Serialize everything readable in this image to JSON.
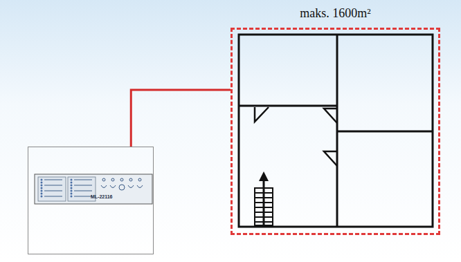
{
  "diagram": {
    "nodes": [
      {
        "text": [
          "ML-22116"
        ]
      },
      {
        "text": [
          "maks. 1600m²"
        ]
      }
    ],
    "edges": [
      {
        "from": 0,
        "to": 1,
        "arrow": "none"
      }
    ]
  }
}
